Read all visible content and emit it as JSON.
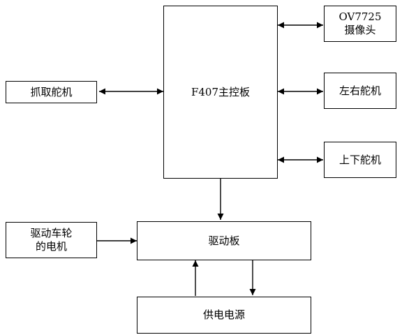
{
  "nodes": {
    "main_controller": {
      "label": "F407主控板"
    },
    "camera": {
      "line1": "OV7725",
      "line2": "摄像头"
    },
    "grab_servo": {
      "label": "抓取舵机"
    },
    "lr_servo": {
      "label": "左右舵机"
    },
    "ud_servo": {
      "label": "上下舵机"
    },
    "wheel_motor": {
      "line1": "驱动车轮",
      "line2": "的电机"
    },
    "driver_board": {
      "label": "驱动板"
    },
    "power_supply": {
      "label": "供电电源"
    }
  },
  "edges": [
    {
      "from": "main_controller",
      "to": "camera",
      "direction": "both"
    },
    {
      "from": "main_controller",
      "to": "grab_servo",
      "direction": "both"
    },
    {
      "from": "main_controller",
      "to": "lr_servo",
      "direction": "both"
    },
    {
      "from": "main_controller",
      "to": "ud_servo",
      "direction": "both"
    },
    {
      "from": "main_controller",
      "to": "driver_board",
      "direction": "forward"
    },
    {
      "from": "wheel_motor",
      "to": "driver_board",
      "direction": "forward"
    },
    {
      "from": "driver_board",
      "to": "power_supply",
      "direction": "forward"
    },
    {
      "from": "power_supply",
      "to": "driver_board",
      "direction": "forward"
    }
  ]
}
